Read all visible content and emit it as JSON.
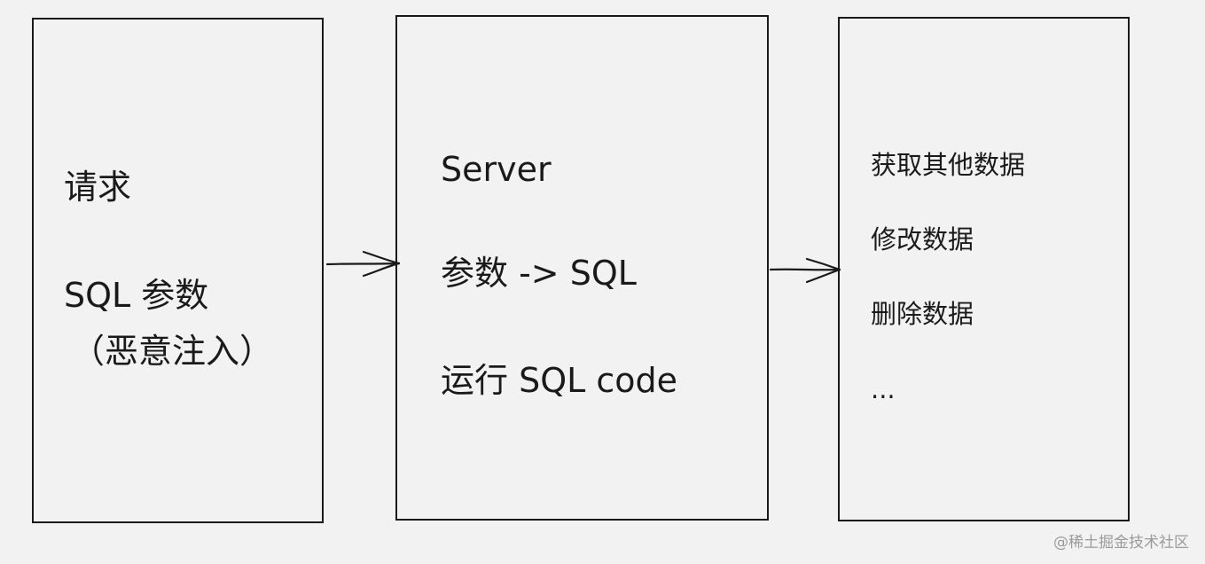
{
  "left_box": {
    "line1": "请求",
    "line2": "SQL 参数",
    "line3": "（恶意注入）"
  },
  "middle_box": {
    "line1": "Server",
    "line2": "参数 -> SQL",
    "line3": "运行 SQL code"
  },
  "right_box": {
    "line1": "获取其他数据",
    "line2": "修改数据",
    "line3": "删除数据",
    "line4": "..."
  },
  "watermark": "@稀土掘金技术社区"
}
